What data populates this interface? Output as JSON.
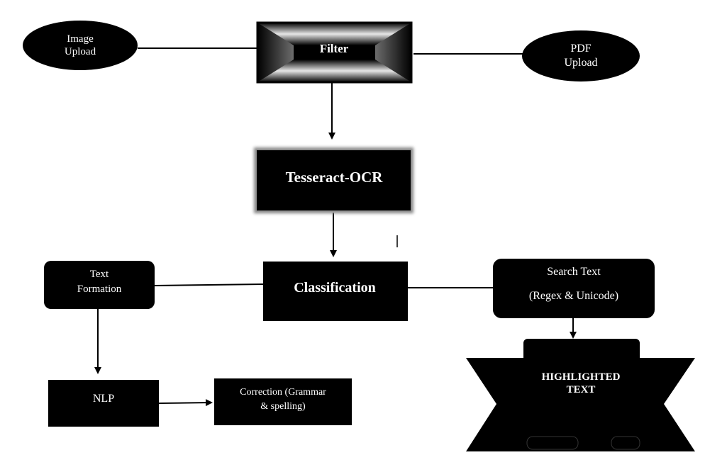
{
  "nodes": {
    "image_upload": {
      "lines": [
        "Image",
        "Upload"
      ]
    },
    "filter": {
      "label": "Filter"
    },
    "pdf_upload": {
      "lines": [
        "PDF",
        "Upload"
      ]
    },
    "tesseract": {
      "label": "Tesseract-OCR"
    },
    "classification": {
      "label": "Classification"
    },
    "text_formation": {
      "lines": [
        "Text",
        "Formation"
      ]
    },
    "search_text": {
      "lines": [
        "Search Text",
        "(Regex & Unicode)"
      ]
    },
    "highlighted": {
      "lines": [
        "HIGHLIGHTED",
        "TEXT"
      ]
    },
    "nlp": {
      "label": "NLP"
    },
    "correction": {
      "lines": [
        "Correction (Grammar",
        "& spelling)"
      ]
    }
  },
  "edges": [
    {
      "from": "image_upload",
      "to": "filter",
      "arrow": false
    },
    {
      "from": "filter",
      "to": "pdf_upload",
      "arrow": false
    },
    {
      "from": "filter",
      "to": "tesseract",
      "arrow": true
    },
    {
      "from": "tesseract",
      "to": "classification",
      "arrow": true
    },
    {
      "from": "text_formation",
      "to": "classification",
      "arrow": false
    },
    {
      "from": "classification",
      "to": "search_text",
      "arrow": false
    },
    {
      "from": "search_text",
      "to": "highlighted",
      "arrow": true
    },
    {
      "from": "text_formation",
      "to": "nlp",
      "arrow": true
    },
    {
      "from": "nlp",
      "to": "correction",
      "arrow": true
    }
  ]
}
